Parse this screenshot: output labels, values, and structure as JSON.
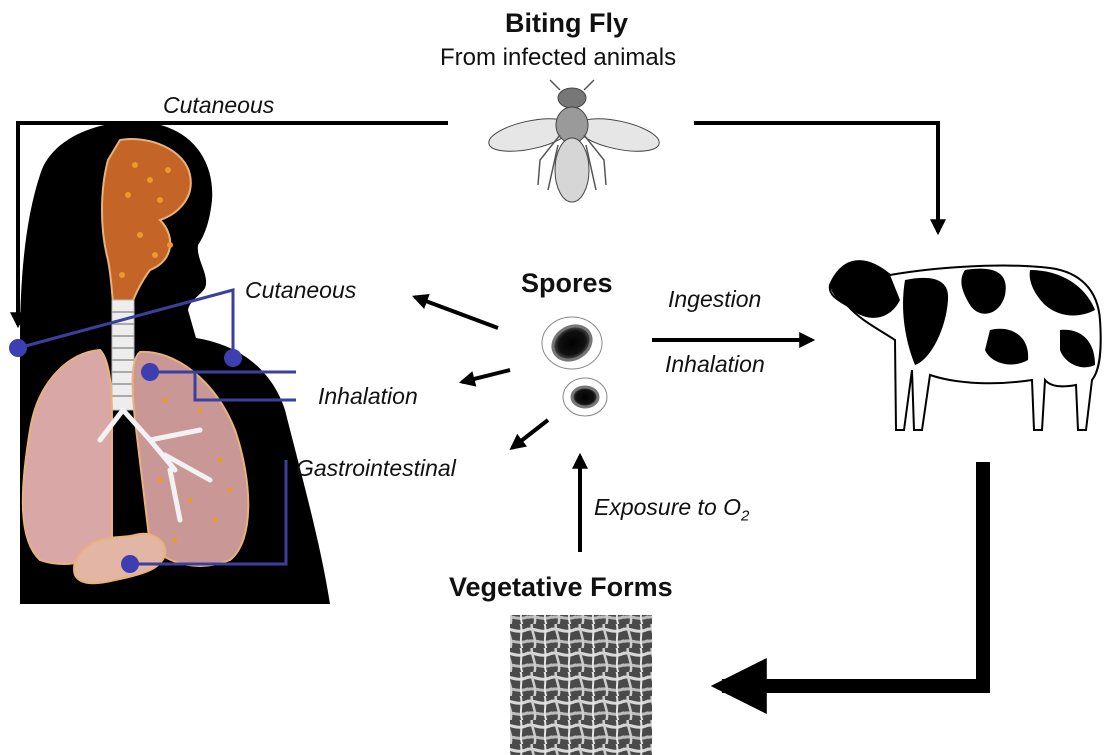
{
  "fly": {
    "title": "Biting Fly",
    "subtitle": "From infected animals"
  },
  "spores": {
    "title": "Spores"
  },
  "vegetative": {
    "title": "Vegetative Forms"
  },
  "routes": {
    "cutaneous_top": "Cutaneous",
    "cutaneous": "Cutaneous",
    "inhalation": "Inhalation",
    "gastrointestinal": "Gastrointestinal",
    "ingestion": "Ingestion",
    "inhalation_cow": "Inhalation",
    "exposure_text": "Exposure to O",
    "exposure_sub": "2"
  },
  "colors": {
    "arrow": "#000000",
    "pointer_line": "#3b3f9e",
    "pointer_dot": "#3d3fb0",
    "lung": "#d9a8a6",
    "nasal": "#c05a22",
    "body": "#000000"
  }
}
